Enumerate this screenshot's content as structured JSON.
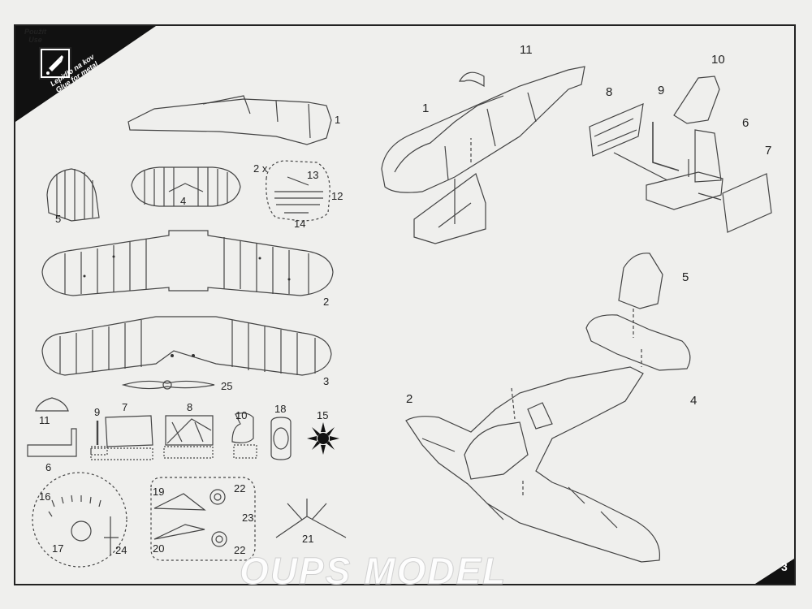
{
  "legend": {
    "use_cs": "Použít",
    "use_en": "Use",
    "glue_cs": "Lepidlo na kov",
    "glue_en": "Glue for metal",
    "icon": "glue-bottle-icon"
  },
  "parts": {
    "p1": "1",
    "p2": "2",
    "p3": "3",
    "p4": "4",
    "p5": "5",
    "p6": "6",
    "p7": "7",
    "p8": "8",
    "p9": "9",
    "p10": "10",
    "p11": "11",
    "p12": "12",
    "p13": "13",
    "p14": "14",
    "p15": "15",
    "p16": "16",
    "p17": "17",
    "p18": "18",
    "p19": "19",
    "p20": "20",
    "p21": "21",
    "p22": "22",
    "p23": "23",
    "p24": "24",
    "p25": "25",
    "qty": "2 x"
  },
  "assembly": {
    "a1": "1",
    "a11": "11",
    "a10": "10",
    "a9": "9",
    "a8": "8",
    "a6": "6",
    "a7": "7",
    "a5": "5",
    "a4": "4",
    "a2": "2"
  },
  "watermark": "OUPS MODEL",
  "page_number": "3"
}
